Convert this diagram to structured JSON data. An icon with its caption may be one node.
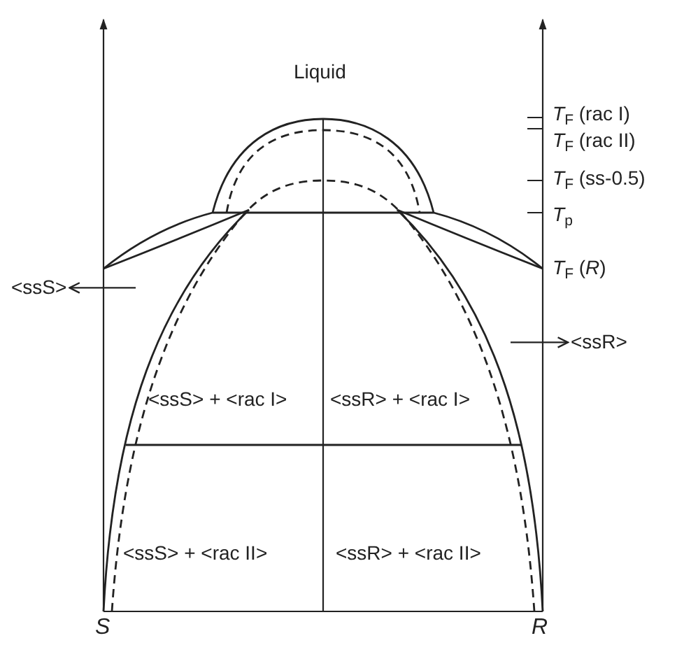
{
  "diagram": {
    "nodes": [
      {
        "text": [
          "<ssS>"
        ]
      },
      {
        "text": [
          "<ssR>"
        ]
      }
    ],
    "edges": [
      {
        "from": null,
        "to": 0,
        "arrow": "to"
      },
      {
        "from": null,
        "to": 1,
        "arrow": "to"
      }
    ],
    "labels": [
      "Liquid",
      "*T*$_{F}$ (rac I)",
      "*T*$_{F}$ (rac II)",
      "*T*$_{F}$ (ss-0.5)",
      "*T*$_{p}$",
      "*T*$_{F}$ (*R*)",
      "<ssS> + <rac I>",
      "<ssR> + <rac I>",
      "<ssS> + <rac II>",
      "<ssR> + <rac II>",
      "S",
      "R"
    ]
  }
}
